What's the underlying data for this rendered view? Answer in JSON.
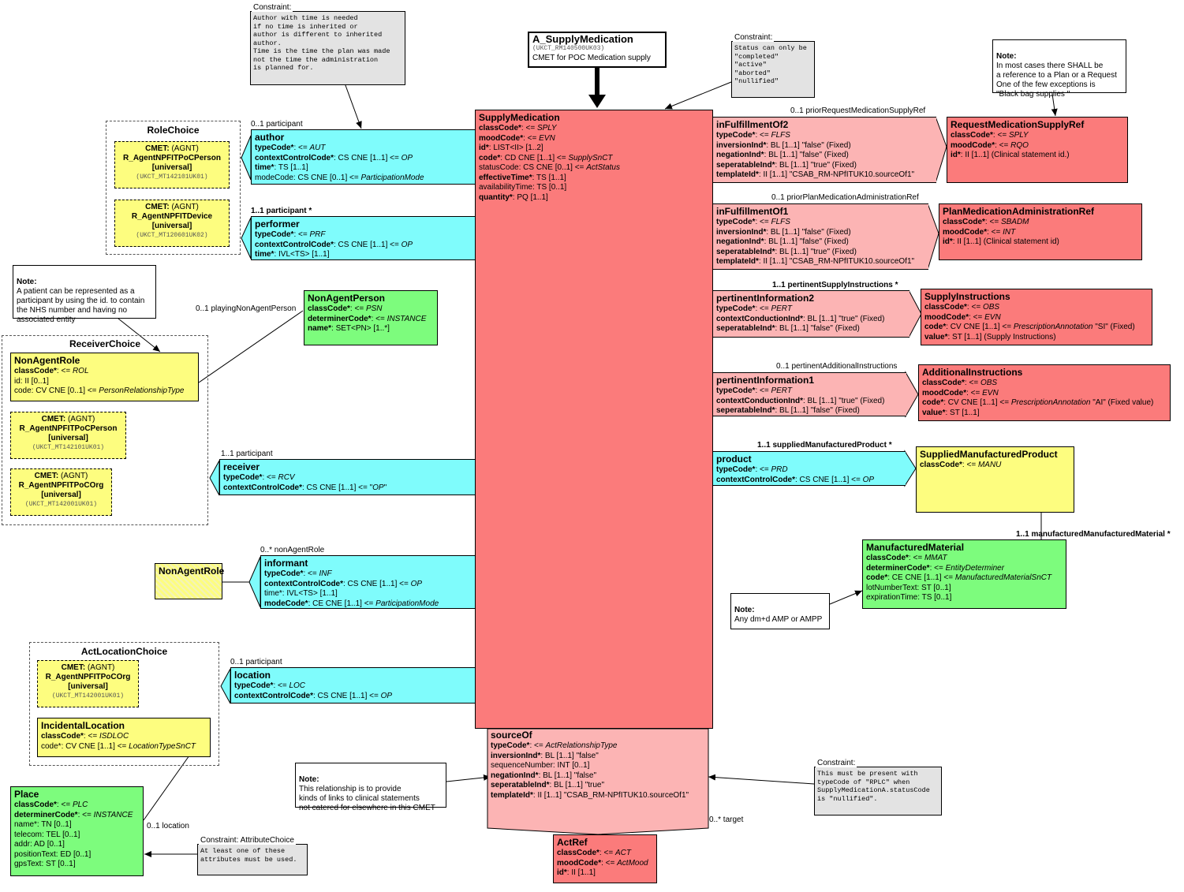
{
  "entry": {
    "title": "A_SupplyMedication",
    "id": "(UKCT_RM140500UK03)",
    "desc": "CMET for POC Medication supply"
  },
  "main": {
    "title": "SupplyMedication",
    "rows": [
      {
        "b": "classCode*",
        "r": ": <= ",
        "i": "SPLY"
      },
      {
        "b": "moodCode*",
        "r": ": <= ",
        "i": "EVN"
      },
      {
        "b": "id*",
        "r": ": LIST<II> [1..2]",
        "i": ""
      },
      {
        "b": "code*",
        "r": ": CD CNE [1..1] <= ",
        "i": "SupplySnCT"
      },
      {
        "b": "",
        "r": "statusCode: CS CNE [0..1] <= ",
        "i": "ActStatus"
      },
      {
        "b": "effectiveTime*",
        "r": ": TS [1..1]",
        "i": ""
      },
      {
        "b": "",
        "r": "availabilityTime: TS [0..1]",
        "i": ""
      },
      {
        "b": "quantity*",
        "r": ": PQ [1..1]",
        "i": ""
      }
    ]
  },
  "constraints": {
    "author": {
      "title": "Constraint:",
      "text": "Author with time is needed\nif no time is inherited or\nauthor is different to inherited\nauthor.\nTime is the time the plan was made\nnot the time the administration\nis planned for."
    },
    "status": {
      "title": "Constraint:",
      "text": "Status can only be\n\"completed\"\n\"active\"\n\"aborted\"\n\"nullified\""
    },
    "rplc": {
      "title": "Constraint:",
      "text": "This must be present with\ntypeCode of \"RPLC\" when\nSupplyMedicationA.statusCode\nis \"nullified\"."
    },
    "attr": {
      "title": "Constraint: AttributeChoice",
      "text": "At least one of these\nattributes must be used."
    }
  },
  "notes": {
    "black_bag": {
      "head": "Note:",
      "text": "In most cases there SHALL be\na reference to a Plan or a Request\nOne of the few exceptions is\n\"Black bag supplies \""
    },
    "patient": {
      "head": "Note:",
      "text": "A patient can be represented as  a\nparticipant by using the id. to contain\nthe NHS number and having no\nassociated entity"
    },
    "dmd": {
      "head": "Note:",
      "text": "Any dm+d AMP or AMPP"
    },
    "relationship": {
      "head": "Note:",
      "text": "This relationship is to provide\nkinds of links to clinical statements\nnot catered for elsewhere in this CMET"
    }
  },
  "left_acts": {
    "author": {
      "label": "0..1 participant",
      "title": "author",
      "rows": [
        {
          "b": "typeCode*",
          "r": ": <= ",
          "i": "AUT"
        },
        {
          "b": "contextControlCode*",
          "r": ": CS CNE [1..1] <= ",
          "i": "OP"
        },
        {
          "b": "time*",
          "r": ": TS [1..1]",
          "i": ""
        },
        {
          "b": "",
          "r": "modeCode: CS CNE [0..1] <= ",
          "i": "ParticipationMode"
        }
      ]
    },
    "performer": {
      "label": "1..1 participant  *",
      "title": "performer",
      "rows": [
        {
          "b": "typeCode*",
          "r": ": <= ",
          "i": "PRF"
        },
        {
          "b": "contextControlCode*",
          "r": ": CS CNE [1..1] <= ",
          "i": "OP"
        },
        {
          "b": "time*",
          "r": ": IVL<TS> [1..1]",
          "i": ""
        }
      ]
    },
    "receiver": {
      "label": "1..1 participant",
      "title": "receiver",
      "rows": [
        {
          "b": "typeCode*",
          "r": ": <= ",
          "i": "RCV"
        },
        {
          "b": "contextControlCode*",
          "r": ": CS CNE [1..1] <= \"",
          "i": "OP",
          "tail": "\""
        }
      ]
    },
    "informant": {
      "label": "0..* nonAgentRole",
      "title": "informant",
      "rows": [
        {
          "b": "typeCode*",
          "r": ": <= ",
          "i": "INF"
        },
        {
          "b": "contextControlCode*",
          "r": ": CS CNE [1..1] <= ",
          "i": "OP"
        },
        {
          "b": "",
          "r": "time*: IVL<TS> [1..1]",
          "i": ""
        },
        {
          "b": "modeCode*",
          "r": ": CE CNE [1..1] <= ",
          "i": "ParticipationMode"
        }
      ]
    },
    "location": {
      "label": "0..1 participant",
      "title": "location",
      "rows": [
        {
          "b": "typeCode*",
          "r": ": <= ",
          "i": "LOC"
        },
        {
          "b": "contextControlCode*",
          "r": ": CS CNE [1..1] <= ",
          "i": "OP"
        }
      ]
    }
  },
  "right_acts": {
    "if2": {
      "label": "0..1 priorRequestMedicationSupplyRef",
      "title": "inFulfillmentOf2",
      "rows": [
        {
          "b": "typeCode*",
          "r": ": <= ",
          "i": "FLFS"
        },
        {
          "b": "inversionInd*",
          "r": ": BL [1..1] \"false\" (Fixed)",
          "i": ""
        },
        {
          "b": "negationInd*",
          "r": ": BL [1..1] \"false\" (Fixed)",
          "i": ""
        },
        {
          "b": "seperatableInd*",
          "r": ": BL [1..1] \"true\" (Fixed)",
          "i": ""
        },
        {
          "b": "templateId*",
          "r": ": II [1..1] \"CSAB_RM-NPfITUK10.sourceOf1\"",
          "i": ""
        }
      ]
    },
    "if1": {
      "label": "0..1 priorPlanMedicationAdministrationRef",
      "title": "inFulfillmentOf1",
      "rows": [
        {
          "b": "typeCode*",
          "r": ": <= ",
          "i": "FLFS"
        },
        {
          "b": "inversionInd*",
          "r": ": BL [1..1] \"false\" (Fixed)",
          "i": ""
        },
        {
          "b": "negationInd*",
          "r": ": BL [1..1] \"false\" (Fixed)",
          "i": ""
        },
        {
          "b": "seperatableInd*",
          "r": ": BL [1..1] \"true\" (Fixed)",
          "i": ""
        },
        {
          "b": "templateId*",
          "r": ": II [1..1] \"CSAB_RM-NPfITUK10.sourceOf1\"",
          "i": ""
        }
      ]
    },
    "pi2": {
      "label": "1..1 pertinentSupplyInstructions  *",
      "title": "pertinentInformation2",
      "rows": [
        {
          "b": "typeCode*",
          "r": ": <= ",
          "i": "PERT"
        },
        {
          "b": "contextConductionInd*",
          "r": ": BL [1..1] \"true\" (Fixed)",
          "i": ""
        },
        {
          "b": "seperatableInd*",
          "r": ": BL [1..1] \"false\" (Fixed)",
          "i": ""
        }
      ]
    },
    "pi1": {
      "label": "0..1 pertinentAdditionalInstructions",
      "title": "pertinentInformation1",
      "rows": [
        {
          "b": "typeCode*",
          "r": ": <= ",
          "i": "PERT"
        },
        {
          "b": "contextConductionInd*",
          "r": ": BL [1..1] \"true\" (Fixed)",
          "i": ""
        },
        {
          "b": "seperatableInd*",
          "r": ": BL [1..1] \"false\" (Fixed)",
          "i": ""
        }
      ]
    },
    "product": {
      "label": "1..1 suppliedManufacturedProduct  *",
      "title": "product",
      "rows": [
        {
          "b": "typeCode*",
          "r": ": <= ",
          "i": "PRD"
        },
        {
          "b": "contextControlCode*",
          "r": ": CS CNE [1..1] <= ",
          "i": "OP"
        }
      ]
    }
  },
  "targets": {
    "request": {
      "title": "RequestMedicationSupplyRef",
      "rows": [
        {
          "b": "classCode*",
          "r": ": <= ",
          "i": "SPLY"
        },
        {
          "b": "moodCode*",
          "r": ": <= ",
          "i": "RQO"
        },
        {
          "b": "id*",
          "r": ": II [1..1] (Clinical statement id.)",
          "i": ""
        }
      ]
    },
    "plan": {
      "title": "PlanMedicationAdministrationRef",
      "rows": [
        {
          "b": "classCode*",
          "r": ": <= ",
          "i": "SBADM"
        },
        {
          "b": "moodCode*",
          "r": ": <= ",
          "i": "INT"
        },
        {
          "b": "id*",
          "r": ": II [1..1] (Clinical statement id)",
          "i": ""
        }
      ]
    },
    "supply_instr": {
      "title": "SupplyInstructions",
      "rows": [
        {
          "b": "classCode*",
          "r": ": <= ",
          "i": "OBS"
        },
        {
          "b": "moodCode*",
          "r": ": <= ",
          "i": "EVN"
        },
        {
          "b": "code*",
          "r": ": CV CNE [1..1] <= ",
          "i": "PrescriptionAnnotation",
          "tail": " \"SI\" (Fixed)"
        },
        {
          "b": "value*",
          "r": ": ST [1..1] (Supply Instructions)",
          "i": ""
        }
      ]
    },
    "add_instr": {
      "title": "AdditionalInstructions",
      "rows": [
        {
          "b": "classCode*",
          "r": ": <= ",
          "i": "OBS"
        },
        {
          "b": "moodCode*",
          "r": ": <= ",
          "i": "EVN"
        },
        {
          "b": "code*",
          "r": ": CV CNE [1..1] <= ",
          "i": "PrescriptionAnnotation",
          "tail": " \"AI\" (Fixed value)"
        },
        {
          "b": "value*",
          "r": ": ST [1..1]",
          "i": ""
        }
      ]
    },
    "smp": {
      "title": "SuppliedManufacturedProduct",
      "rows": [
        {
          "b": "classCode*",
          "r": ": <= ",
          "i": "MANU"
        }
      ]
    },
    "mm": {
      "label": "1..1 manufacturedManufacturedMaterial  *",
      "title": "ManufacturedMaterial",
      "rows": [
        {
          "b": "classCode*",
          "r": ": <= ",
          "i": "MMAT"
        },
        {
          "b": "determinerCode*",
          "r": ": <= ",
          "i": "EntityDeterminer"
        },
        {
          "b": "code*",
          "r": ": CE CNE [1..1] <= ",
          "i": "ManufacturedMaterialSnCT"
        },
        {
          "b": "",
          "r": "lotNumberText: ST [0..1]",
          "i": ""
        },
        {
          "b": "",
          "r": "expirationTime: TS [0..1]",
          "i": ""
        }
      ]
    },
    "nonagentperson": {
      "label": "0..1 playingNonAgentPerson",
      "title": "NonAgentPerson",
      "rows": [
        {
          "b": "classCode*",
          "r": ": <= ",
          "i": "PSN"
        },
        {
          "b": "determinerCode*",
          "r": ": <= ",
          "i": "INSTANCE"
        },
        {
          "b": "name*",
          "r": ": SET<PN> [1..*]",
          "i": ""
        }
      ]
    },
    "nonagentrole_small": {
      "title": "NonAgentRole"
    },
    "place": {
      "label": "0..1 location",
      "title": "Place",
      "rows": [
        {
          "b": "classCode*",
          "r": ": <= ",
          "i": "PLC"
        },
        {
          "b": "determinerCode*",
          "r": ": <= ",
          "i": "INSTANCE"
        },
        {
          "b": "",
          "r": "name*: TN [0..1]",
          "i": ""
        },
        {
          "b": "",
          "r": "telecom: TEL [0..1]",
          "i": ""
        },
        {
          "b": "",
          "r": "addr: AD [0..1]",
          "i": ""
        },
        {
          "b": "",
          "r": "positionText: ED [0..1]",
          "i": ""
        },
        {
          "b": "",
          "r": "gpsText: ST [0..1]",
          "i": ""
        }
      ]
    },
    "actref": {
      "label": "0..* target",
      "title": "ActRef",
      "rows": [
        {
          "b": "classCode*",
          "r": ": <= ",
          "i": "ACT"
        },
        {
          "b": "moodCode*",
          "r": ": <= ",
          "i": "ActMood"
        },
        {
          "b": "id*",
          "r": ": II [1..1]",
          "i": ""
        }
      ]
    }
  },
  "source_of": {
    "title": "sourceOf",
    "rows": [
      {
        "b": "typeCode*",
        "r": ": <= ",
        "i": "ActRelationshipType"
      },
      {
        "b": "inversionInd*",
        "r": ": BL [1..1] \"false\"",
        "i": ""
      },
      {
        "b": "",
        "r": "sequenceNumber: INT [0..1]",
        "i": ""
      },
      {
        "b": "negationInd*",
        "r": ": BL [1..1] \"false\"",
        "i": ""
      },
      {
        "b": "seperatableInd*",
        "r": ": BL [1..1] \"true\"",
        "i": ""
      },
      {
        "b": "templateId*",
        "r": ": II [1..1] \"CSAB_RM-NPfITUK10.sourceOf1\"",
        "i": ""
      }
    ]
  },
  "choices": {
    "role": {
      "title": "RoleChoice",
      "items": [
        {
          "cmet": "CMET:",
          "agnt": " (AGNT)",
          "name": "R_AgentNPFITPoCPerson",
          "scope": "[universal]",
          "id": "(UKCT_MT142101UK01)"
        },
        {
          "cmet": "CMET:",
          "agnt": " (AGNT)",
          "name": "R_AgentNPFITDevice",
          "scope": "[universal]",
          "id": "(UKCT_MT120601UK02)"
        }
      ]
    },
    "receiver": {
      "title": "ReceiverChoice",
      "nonagent": {
        "title": "NonAgentRole",
        "rows": [
          {
            "b": "classCode*",
            "r": ": <= ",
            "i": "ROL"
          },
          {
            "b": "",
            "r": "id: II [0..1]",
            "i": ""
          },
          {
            "b": "",
            "r": "code: CV CNE [0..1] <= ",
            "i": "PersonRelationshipType"
          }
        ]
      },
      "items": [
        {
          "cmet": "CMET:",
          "agnt": " (AGNT)",
          "name": "R_AgentNPFITPoCPerson",
          "scope": "[universal]",
          "id": "(UKCT_MT142101UK01)"
        },
        {
          "cmet": "CMET:",
          "agnt": " (AGNT)",
          "name": "R_AgentNPFITPoCOrg",
          "scope": "[universal]",
          "id": "(UKCT_MT142001UK01)"
        }
      ]
    },
    "actloc": {
      "title": "ActLocationChoice",
      "items": [
        {
          "cmet": "CMET:",
          "agnt": " (AGNT)",
          "name": "R_AgentNPFITPoCOrg",
          "scope": "[universal]",
          "id": "(UKCT_MT142001UK01)"
        }
      ],
      "incidental": {
        "title": "IncidentalLocation",
        "rows": [
          {
            "b": "classCode*",
            "r": ": <= ",
            "i": "ISDLOC"
          },
          {
            "b": "",
            "r": "code*: CV CNE [1..1] <= ",
            "i": "LocationTypeSnCT"
          }
        ]
      }
    }
  },
  "colors": {
    "act": "#fb7b7b",
    "relationship": "#fcb4b4",
    "participation": "#7ffcfc",
    "entity": "#7dfc7d",
    "role": "#fdfd7f"
  }
}
